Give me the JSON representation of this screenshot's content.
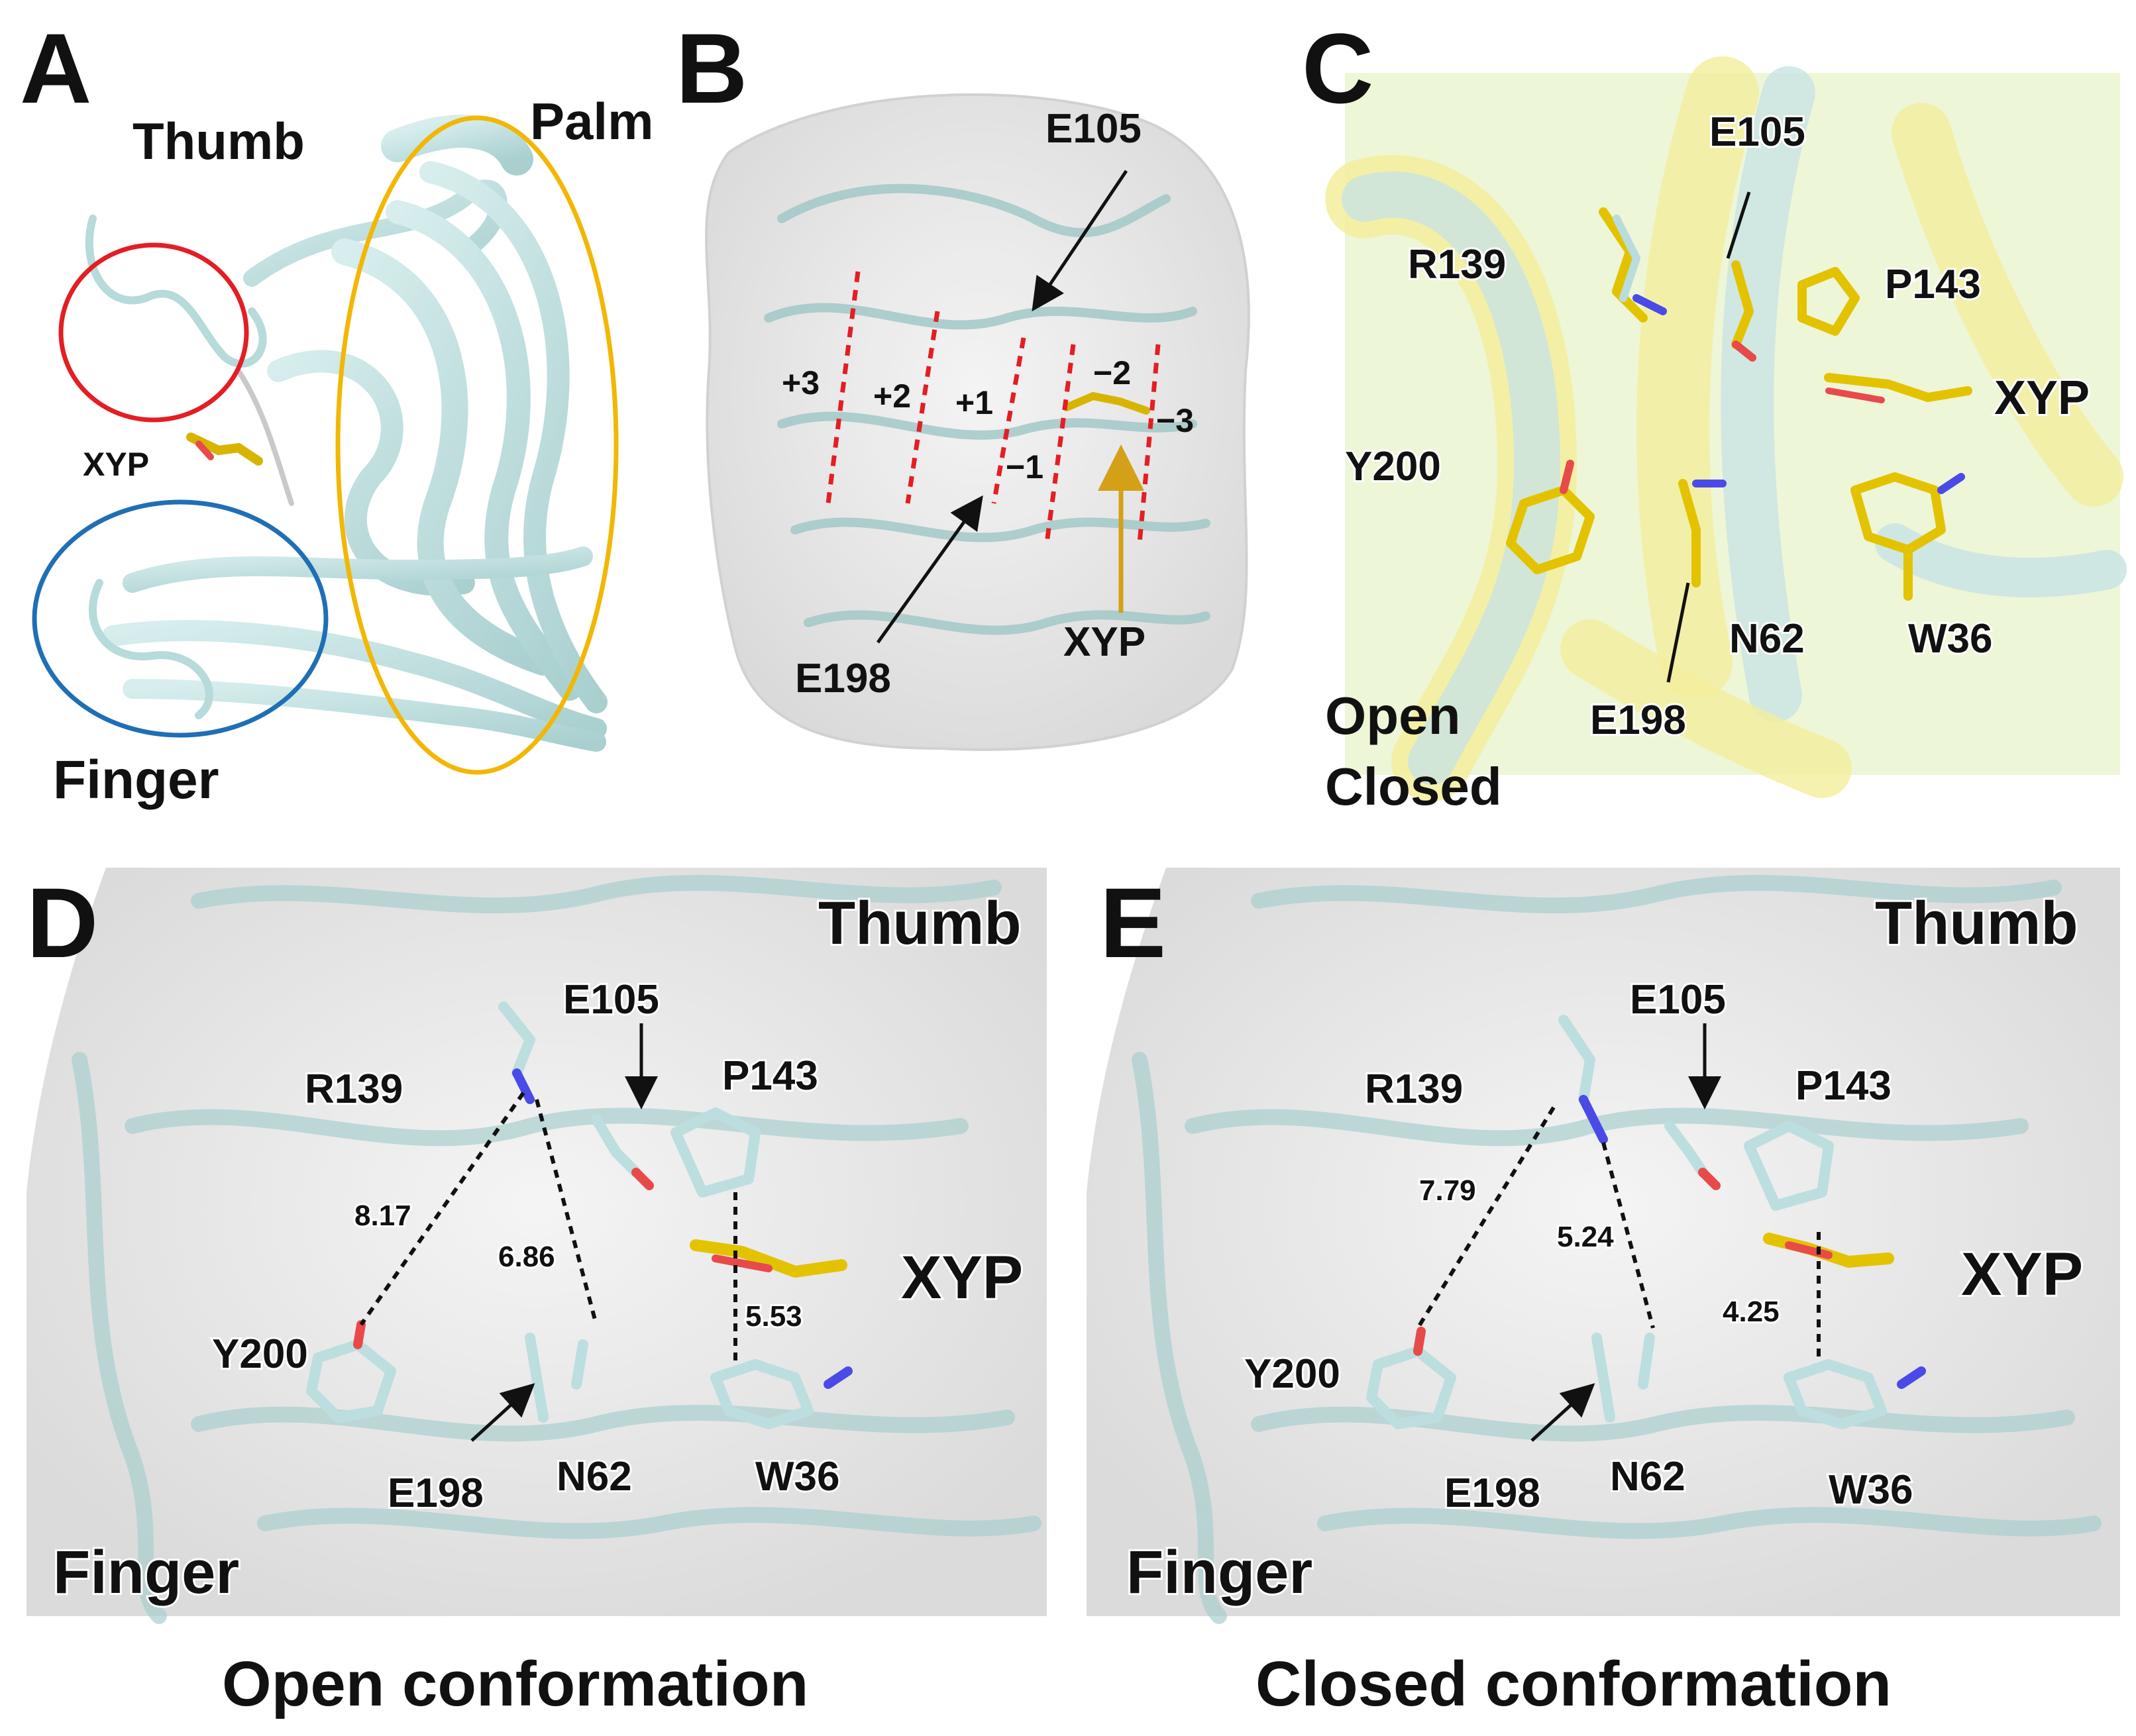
{
  "colors": {
    "thumb": "#e31e24",
    "palm": "#d4a017",
    "finger": "#1f6fb5",
    "xyp": "#f2b705",
    "open": "#37b7e6",
    "closed": "#f2c300",
    "ribbon": "#c3e3e3",
    "ribbon_edge": "#8fb8b8",
    "oxygen": "#e84a4a",
    "nitrogen": "#4a4ae8"
  },
  "panels": {
    "A": {
      "letter": "A",
      "thumb": "Thumb",
      "palm": "Palm",
      "finger": "Finger",
      "xyp": "XYP"
    },
    "B": {
      "letter": "B",
      "e105": "E105",
      "e198": "E198",
      "xyp": "XYP",
      "subsites": [
        "+3",
        "+2",
        "+1",
        "−1",
        "−2",
        "−3"
      ]
    },
    "C": {
      "letter": "C",
      "residues": [
        "E105",
        "R139",
        "P143",
        "XYP",
        "Y200",
        "N62",
        "W36",
        "E198"
      ],
      "legend_open": "Open",
      "legend_closed": "Closed"
    },
    "D": {
      "letter": "D",
      "thumb": "Thumb",
      "finger": "Finger",
      "xyp": "XYP",
      "residues": [
        "E105",
        "R139",
        "P143",
        "Y200",
        "E198",
        "N62",
        "W36"
      ],
      "distances": [
        "8.17",
        "6.86",
        "5.53"
      ],
      "caption": "Open conformation"
    },
    "E": {
      "letter": "E",
      "thumb": "Thumb",
      "finger": "Finger",
      "xyp": "XYP",
      "residues": [
        "E105",
        "R139",
        "P143",
        "Y200",
        "E198",
        "N62",
        "W36"
      ],
      "distances": [
        "7.79",
        "5.24",
        "4.25"
      ],
      "caption": "Closed conformation"
    }
  }
}
